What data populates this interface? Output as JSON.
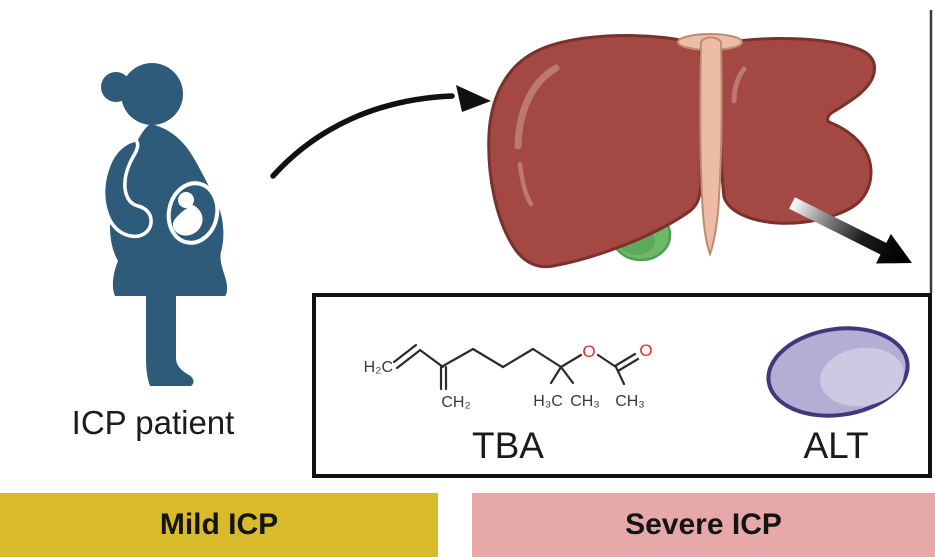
{
  "figure_labels": {
    "patient": "ICP patient",
    "tba": "TBA",
    "alt": "ALT",
    "mild": "Mild ICP",
    "severe": "Severe ICP"
  },
  "molecule": {
    "labels": {
      "h2c": "H₂C",
      "ch2": "CH₂",
      "h3c": "H₃C",
      "ch3_gem": "CH₃",
      "o_ester": "O",
      "o_carbonyl": "O",
      "ch3_acetyl": "CH₃"
    }
  },
  "colors": {
    "woman_silhouette": "#2e5b79",
    "liver_fill": "#a34843",
    "liver_outline": "#7a312d",
    "ligament": "#edbca6",
    "gallbladder": "#6db966",
    "gallbladder_inner": "#57a75a",
    "alt_fill": "#b3afd4",
    "alt_inner": "#cdc9e3",
    "alt_outline": "#42367c",
    "mild_bar": "#d8ba2b",
    "severe_bar": "#e7a8a9",
    "oxygen_red": "#e2312a",
    "arrow_black": "#111111"
  }
}
